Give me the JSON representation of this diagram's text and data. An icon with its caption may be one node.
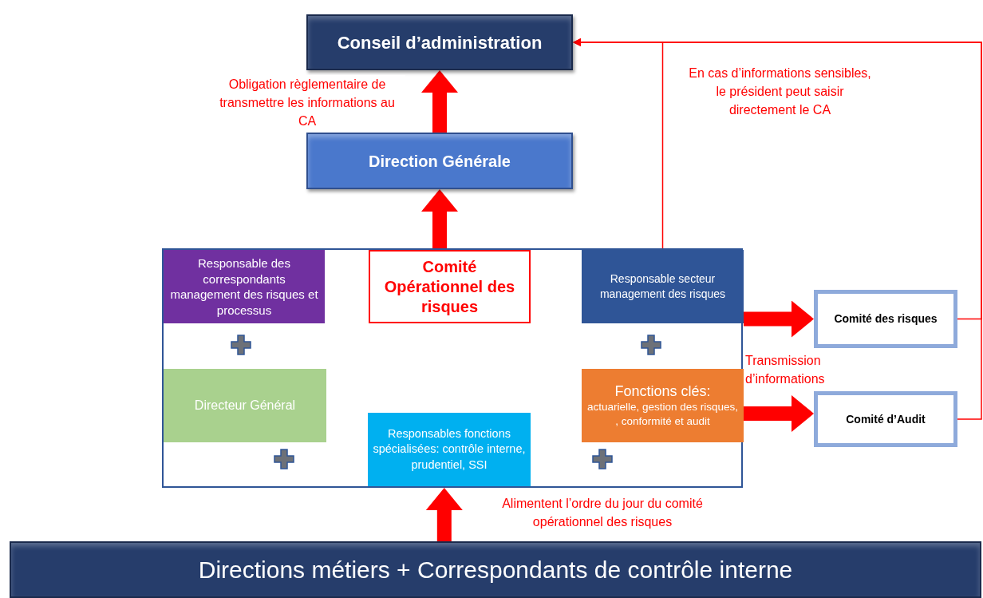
{
  "diagram": {
    "nodes": [
      {
        "text": [
          "Conseil d’administration"
        ]
      },
      {
        "text": [
          "Direction Générale"
        ]
      },
      {
        "text": [],
        "shape": "box"
      },
      {
        "text": [
          "Responsable des correspondants management des risques et processus"
        ],
        "in": 2
      },
      {
        "text": [
          "Comité Opérationnel des risques"
        ],
        "in": 2
      },
      {
        "text": [
          "Responsable secteur management des risques"
        ],
        "in": 2
      },
      {
        "text": [
          "Directeur Général"
        ],
        "in": 2
      },
      {
        "text": [
          "Responsables fonctions spécialisées: contrôle interne, prudentiel, SSI"
        ],
        "in": 2
      },
      {
        "text": [
          "Fonctions clés:",
          "actuarielle, gestion des risques, , conformité et audit"
        ],
        "in": 2
      },
      {
        "text": [
          "Comité des risques"
        ]
      },
      {
        "text": [
          "Comité d’Audit"
        ]
      },
      {
        "text": [
          "Directions métiers + Correspondants de contrôle interne"
        ]
      }
    ],
    "edges": [
      {
        "from": 1,
        "to": 0,
        "arrow": "to",
        "label": "Obligation règlementaire de transmettre les informations au CA"
      },
      {
        "from": 4,
        "to": 1,
        "arrow": "to"
      },
      {
        "from": 11,
        "to": 2,
        "arrow": "to",
        "label": "Alimentent l’ordre du jour du comité opérationnel des risques"
      },
      {
        "from": 5,
        "to": 9,
        "arrow": "to"
      },
      {
        "from": 8,
        "to": 10,
        "arrow": "to",
        "label": "Transmission d’informations"
      },
      {
        "from": 5,
        "to": 0,
        "arrow": "to",
        "label": "En cas d’informations sensibles, le président  peut saisir directement le CA"
      },
      {
        "from": 9,
        "to": 0,
        "arrow": "to"
      },
      {
        "from": 10,
        "to": 0,
        "arrow": "to"
      }
    ]
  }
}
